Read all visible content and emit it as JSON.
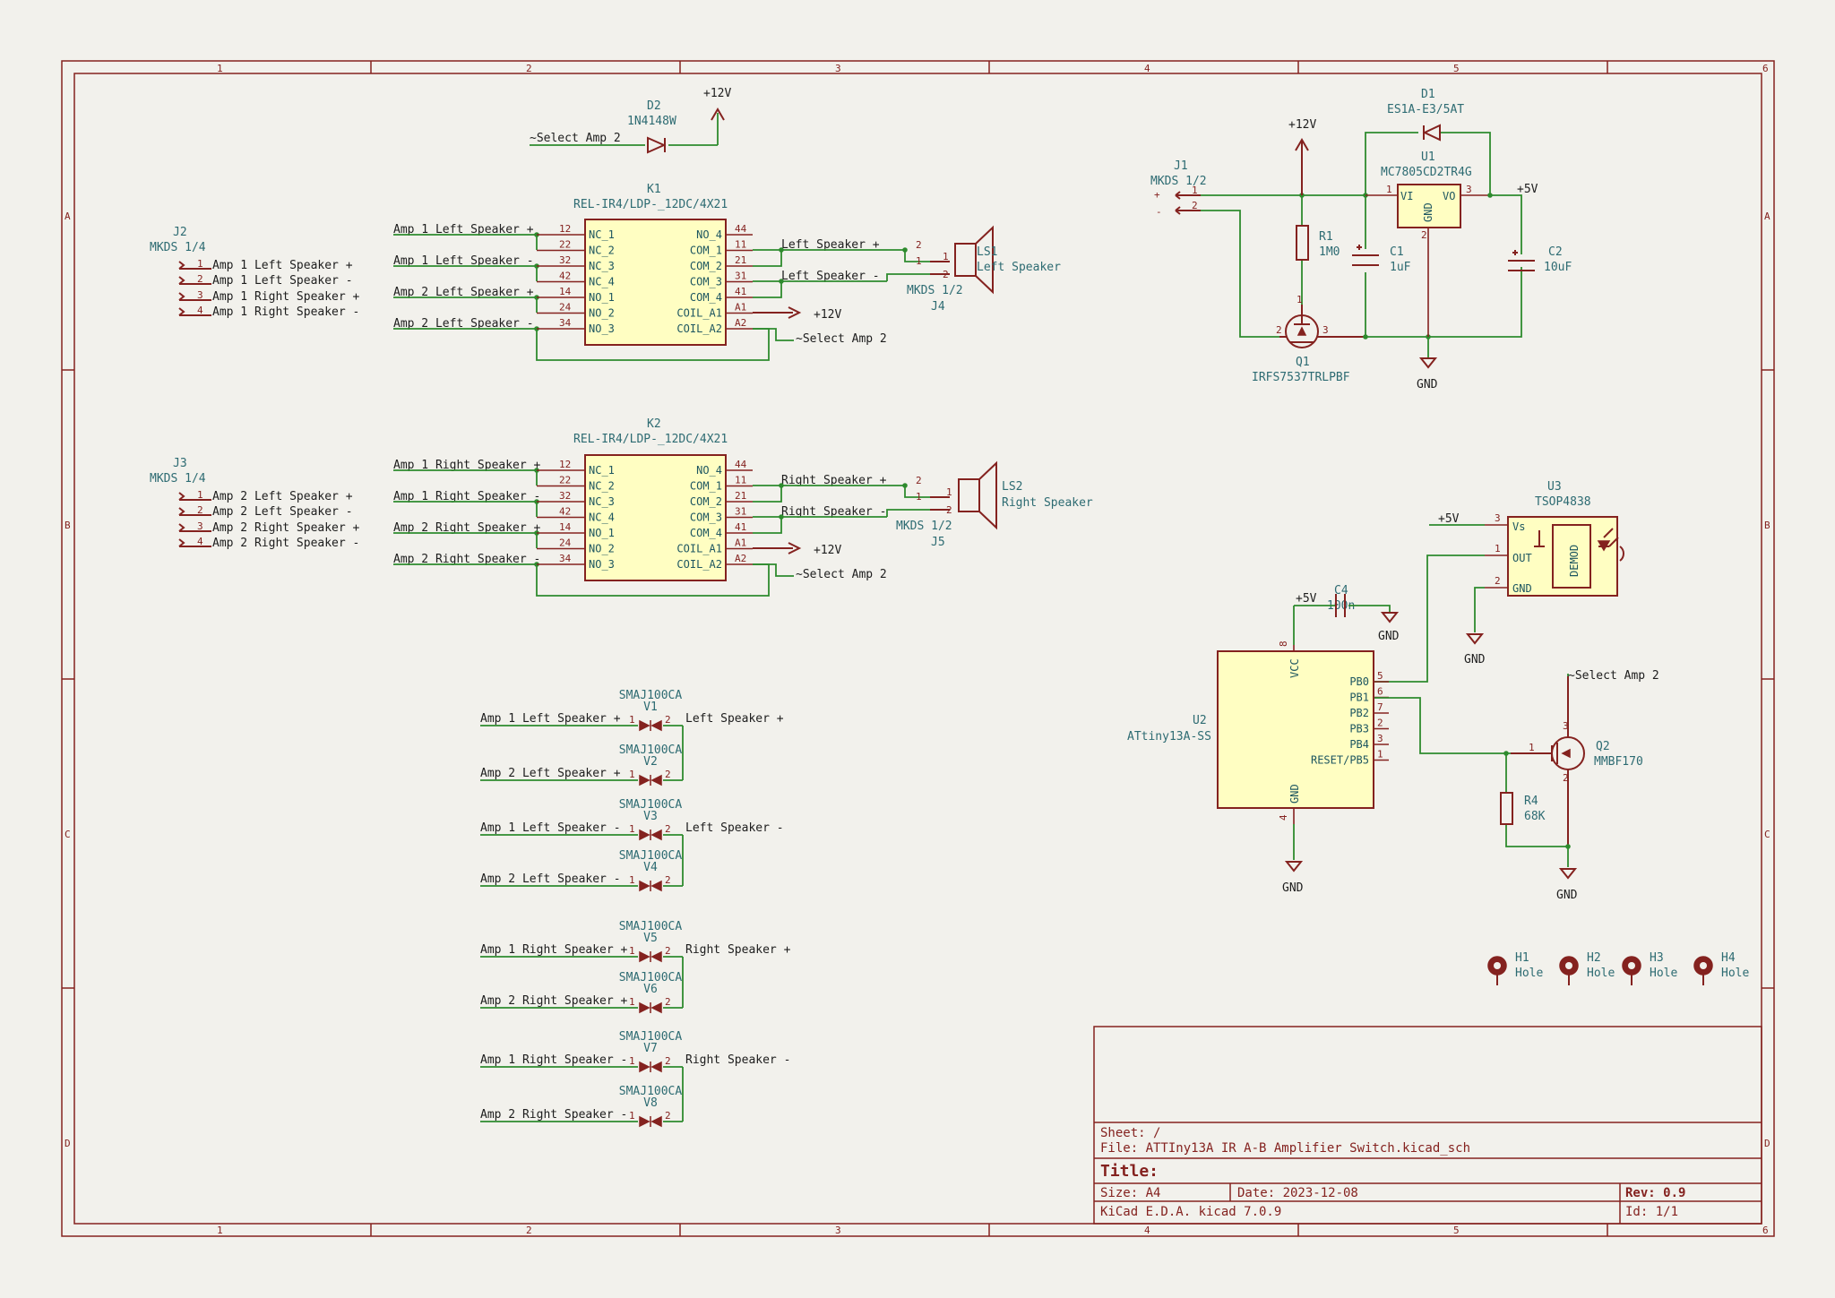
{
  "sheet": {
    "col_labels": [
      "1",
      "2",
      "3",
      "4",
      "5",
      "6"
    ],
    "row_labels": [
      "A",
      "B",
      "C",
      "D"
    ]
  },
  "title_block": {
    "sheet": "Sheet: /",
    "file": "File: ATTIny13A IR A-B Amplifier Switch.kicad_sch",
    "title": "Title:",
    "size": "Size: A4",
    "date": "Date: 2023-12-08",
    "rev": "Rev: 0.9",
    "tool": "KiCad E.D.A.  kicad 7.0.9",
    "id": "Id: 1/1"
  },
  "components": {
    "D2": {
      "ref": "D2",
      "value": "1N4148W"
    },
    "D1": {
      "ref": "D1",
      "value": "ES1A-E3/5AT"
    },
    "K1": {
      "ref": "K1",
      "value": "REL-IR4/LDP-_12DC/4X21"
    },
    "K2": {
      "ref": "K2",
      "value": "REL-IR4/LDP-_12DC/4X21"
    },
    "J1": {
      "ref": "J1",
      "value": "MKDS 1/2"
    },
    "J2": {
      "ref": "J2",
      "value": "MKDS 1/4"
    },
    "J3": {
      "ref": "J3",
      "value": "MKDS 1/4"
    },
    "J4": {
      "ref": "J4",
      "value": "MKDS 1/2"
    },
    "J5": {
      "ref": "J5",
      "value": "MKDS 1/2"
    },
    "LS1": {
      "ref": "LS1",
      "value": "Left Speaker"
    },
    "LS2": {
      "ref": "LS2",
      "value": "Right Speaker"
    },
    "U1": {
      "ref": "U1",
      "value": "MC7805CD2TR4G"
    },
    "U2": {
      "ref": "U2",
      "value": "ATtiny13A-SS"
    },
    "U3": {
      "ref": "U3",
      "value": "TSOP4838"
    },
    "R1": {
      "ref": "R1",
      "value": "1M0"
    },
    "R4": {
      "ref": "R4",
      "value": "68K"
    },
    "C1": {
      "ref": "C1",
      "value": "1uF"
    },
    "C2": {
      "ref": "C2",
      "value": "10uF"
    },
    "C4": {
      "ref": "C4",
      "value": "100n"
    },
    "Q1": {
      "ref": "Q1",
      "value": "IRFS7537TRLPBF"
    },
    "Q2": {
      "ref": "Q2",
      "value": "MMBF170"
    },
    "V1": {
      "ref": "V1",
      "value": "SMAJ100CA"
    },
    "V2": {
      "ref": "V2",
      "value": "SMAJ100CA"
    },
    "V3": {
      "ref": "V3",
      "value": "SMAJ100CA"
    },
    "V4": {
      "ref": "V4",
      "value": "SMAJ100CA"
    },
    "V5": {
      "ref": "V5",
      "value": "SMAJ100CA"
    },
    "V6": {
      "ref": "V6",
      "value": "SMAJ100CA"
    },
    "V7": {
      "ref": "V7",
      "value": "SMAJ100CA"
    },
    "V8": {
      "ref": "V8",
      "value": "SMAJ100CA"
    },
    "H1": {
      "ref": "H1",
      "value": "Hole"
    },
    "H2": {
      "ref": "H2",
      "value": "Hole"
    },
    "H3": {
      "ref": "H3",
      "value": "Hole"
    },
    "H4": {
      "ref": "H4",
      "value": "Hole"
    }
  },
  "relay_pins": {
    "left": [
      {
        "num": "12",
        "name": "NC_1"
      },
      {
        "num": "22",
        "name": "NC_2"
      },
      {
        "num": "32",
        "name": "NC_3"
      },
      {
        "num": "42",
        "name": "NC_4"
      },
      {
        "num": "14",
        "name": "NO_1"
      },
      {
        "num": "24",
        "name": "NO_2"
      },
      {
        "num": "34",
        "name": "NO_3"
      }
    ],
    "right": [
      {
        "num": "44",
        "name": "NO_4"
      },
      {
        "num": "11",
        "name": "COM_1"
      },
      {
        "num": "21",
        "name": "COM_2"
      },
      {
        "num": "31",
        "name": "COM_3"
      },
      {
        "num": "41",
        "name": "COM_4"
      },
      {
        "num": "A1",
        "name": "COIL_A1"
      },
      {
        "num": "A2",
        "name": "COIL_A2"
      }
    ]
  },
  "nets": {
    "k1_in": [
      "Amp 1 Left Speaker +",
      "Amp 1 Left Speaker -",
      "Amp 2 Left Speaker +",
      "Amp 2 Left Speaker -"
    ],
    "k2_in": [
      "Amp 1 Right Speaker +",
      "Amp 1 Right Speaker -",
      "Amp 2 Right Speaker +",
      "Amp 2 Right Speaker -"
    ],
    "k1_out": [
      "Left Speaker +",
      "Left Speaker -"
    ],
    "k2_out": [
      "Right Speaker +",
      "Right Speaker -"
    ],
    "j2": [
      "Amp 1 Left Speaker +",
      "Amp 1 Left Speaker -",
      "Amp 1 Right Speaker +",
      "Amp 1 Right Speaker -"
    ],
    "j3": [
      "Amp 2 Left Speaker +",
      "Amp 2 Left Speaker -",
      "Amp 2 Right Speaker +",
      "Amp 2 Right Speaker -"
    ],
    "select": "~Select Amp 2",
    "p12v": "+12V",
    "p5v": "+5V",
    "gnd": "GND",
    "tvs_in": [
      "Amp 1 Left Speaker +",
      "Amp 2 Left Speaker +",
      "Amp 1 Left Speaker -",
      "Amp 2 Left Speaker -",
      "Amp 1 Right Speaker +",
      "Amp 2 Right Speaker +",
      "Amp 1 Right Speaker -",
      "Amp 2 Right Speaker -"
    ],
    "tvs_out": [
      "Left Speaker +",
      "Left Speaker -",
      "Right Speaker +",
      "Right Speaker -"
    ]
  },
  "u2_pins": [
    {
      "num": "5",
      "name": "PB0"
    },
    {
      "num": "6",
      "name": "PB1"
    },
    {
      "num": "7",
      "name": "PB2"
    },
    {
      "num": "2",
      "name": "PB3"
    },
    {
      "num": "3",
      "name": "PB4"
    },
    {
      "num": "1",
      "name": "RESET/PB5"
    }
  ],
  "u2_power": {
    "vcc_num": "8",
    "vcc": "VCC",
    "gnd_num": "4",
    "gnd": "GND"
  },
  "u1_pins": {
    "vi": "VI",
    "vo": "VO",
    "gnd": "GND",
    "n1": "1",
    "n2": "2",
    "n3": "3"
  },
  "u3_pins": {
    "vs": "Vs",
    "out": "OUT",
    "gnd": "GND",
    "demod": "DEMOD",
    "n3": "3",
    "n1": "1",
    "n2": "2"
  },
  "conn_pins": {
    "one": "1",
    "two": "2",
    "three": "3",
    "four": "4",
    "plus": "+",
    "minus": "-"
  }
}
